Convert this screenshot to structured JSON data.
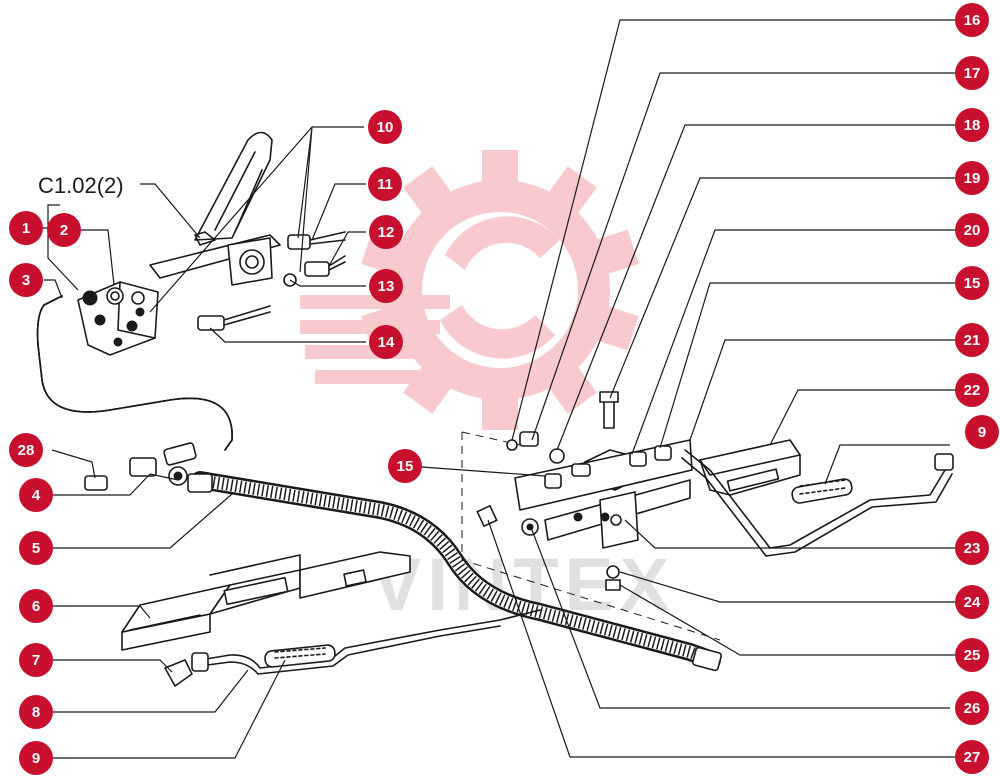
{
  "colors": {
    "callout_fill": "#c8102e",
    "watermark_red": "#f3a0a6",
    "line": "#1a1a1a"
  },
  "reference_label": "C1.02(2)",
  "watermark": {
    "text": "VINTEX"
  },
  "callouts": [
    "1",
    "2",
    "3",
    "4",
    "5",
    "6",
    "7",
    "8",
    "9",
    "10",
    "11",
    "12",
    "13",
    "14",
    "15",
    "16",
    "17",
    "18",
    "19",
    "20",
    "15",
    "21",
    "22",
    "9",
    "23",
    "24",
    "25",
    "26",
    "27",
    "28"
  ]
}
